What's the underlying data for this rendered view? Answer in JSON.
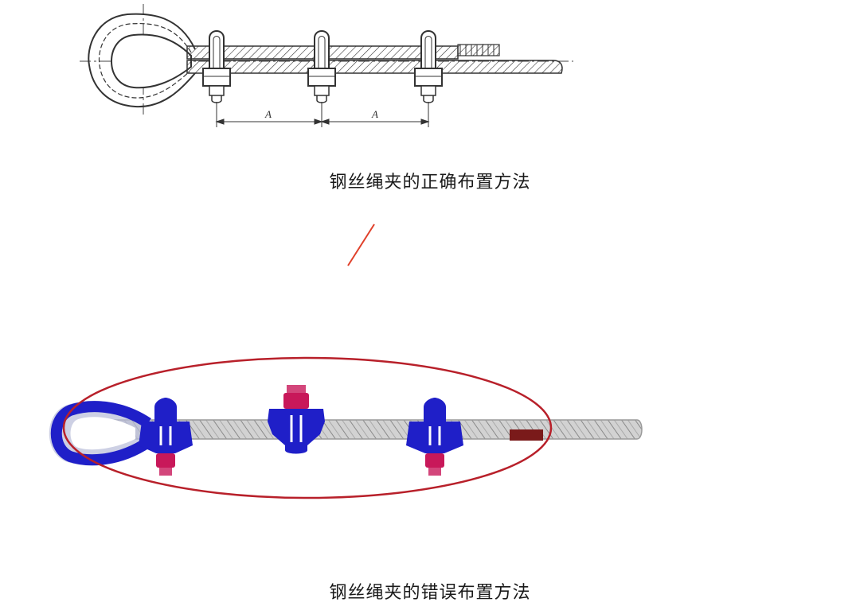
{
  "diagram_top": {
    "caption": "钢丝绳夹的正确布置方法",
    "dimension_labels": [
      "A",
      "A"
    ]
  },
  "diagram_bottom": {
    "caption": "钢丝绳夹的错误布置方法"
  },
  "colors": {
    "line_drawing": "#333333",
    "clip_body": "#1f1fc8",
    "clip_nut": "#c8185a",
    "rope": "#c9c9c9",
    "ellipse": "#b8202a",
    "slash_mark": "#e0402a"
  }
}
